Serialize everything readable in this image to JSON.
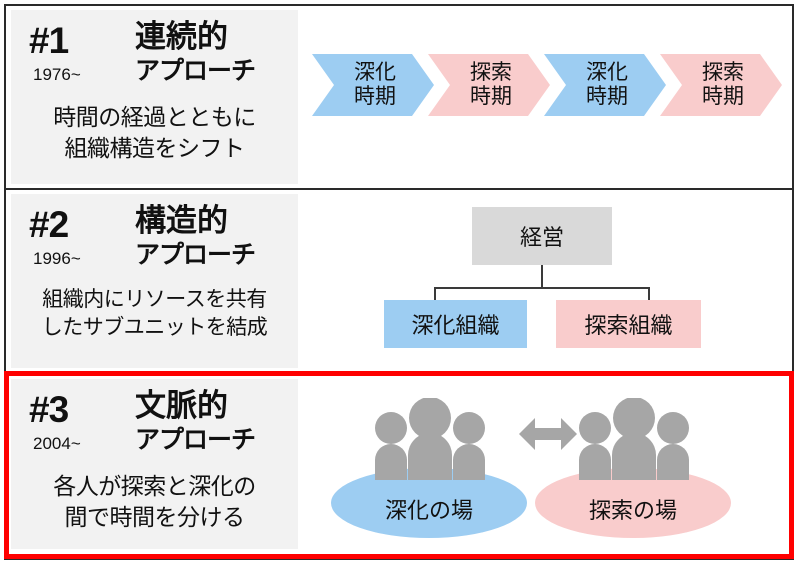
{
  "theme": {
    "blue": "#9DCDF2",
    "pink": "#F9CCCC",
    "gray_box": "#D9D9D9",
    "panel_bg": "#F2F2F2",
    "people_gray": "#A6A6A6",
    "highlight_red": "#FF0000",
    "frame_black": "#2A2A2A"
  },
  "rows": [
    {
      "number": "#1",
      "year": "1976~",
      "title_line1": "連続的",
      "title_line2": "アプローチ",
      "description": [
        "時間の経過とともに",
        "組織構造をシフト"
      ],
      "highlighted": false
    },
    {
      "number": "#2",
      "year": "1996~",
      "title_line1": "構造的",
      "title_line2": "アプローチ",
      "description": [
        "組織内にリソースを共有",
        "したサブユニットを結成"
      ],
      "highlighted": false
    },
    {
      "number": "#3",
      "year": "2004~",
      "title_line1": "文脈的",
      "title_line2": "アプローチ",
      "description": [
        "各人が探索と深化の",
        "間で時間を分ける"
      ],
      "highlighted": true
    }
  ],
  "timeline": {
    "phases": [
      {
        "line1": "深化",
        "line2": "時期",
        "color": "#9DCDF2"
      },
      {
        "line1": "探索",
        "line2": "時期",
        "color": "#F9CCCC"
      },
      {
        "line1": "深化",
        "line2": "時期",
        "color": "#9DCDF2"
      },
      {
        "line1": "探索",
        "line2": "時期",
        "color": "#F9CCCC"
      }
    ]
  },
  "org_chart": {
    "root": {
      "label": "経営",
      "color": "#D9D9D9"
    },
    "children": [
      {
        "label": "深化組織",
        "color": "#9DCDF2"
      },
      {
        "label": "探索組織",
        "color": "#F9CCCC"
      }
    ]
  },
  "contextual_scene": {
    "left_place": {
      "label": "深化の場",
      "color": "#9DCDF2"
    },
    "right_place": {
      "label": "探索の場",
      "color": "#F9CCCC"
    },
    "connector": "double-headed-arrow"
  }
}
